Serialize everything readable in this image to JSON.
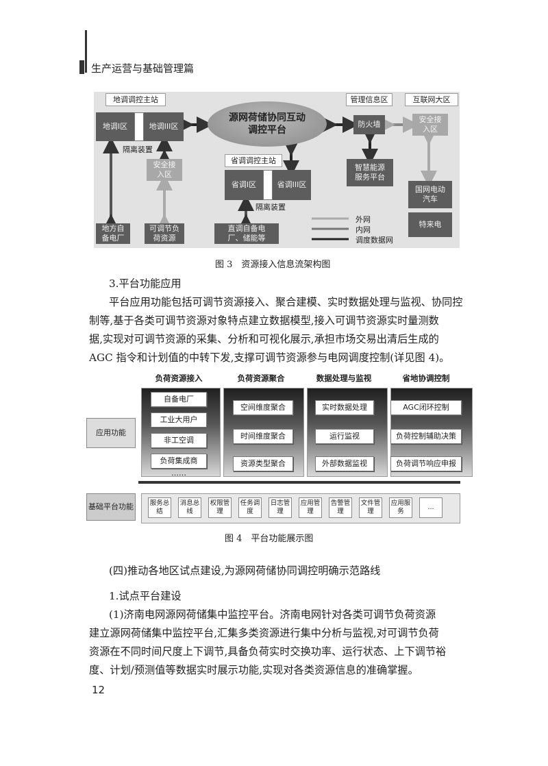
{
  "header": {
    "section_title": "生产运营与基础管理篇"
  },
  "figure3": {
    "labels": {
      "district_station": "地调调控主站",
      "mgmt_zone": "管理信息区",
      "internet_zone": "互联网大区",
      "district_zone1": "地调Ⅰ区",
      "district_zone3": "地调III区",
      "isolation1": "隔离装置",
      "central_platform": "源网荷储协同互动调控平台",
      "firewall": "防火墙",
      "secure_access_top": "安全接入区",
      "secure_access_mid": "安全接入区",
      "province_station": "省调调控主站",
      "province_zone1": "省调Ⅰ区",
      "province_zone3": "省调III区",
      "isolation2": "隔离装置",
      "smart_energy": "智慧能源服务平台",
      "ev": "国网电动汽车",
      "local_plant": "地方自备电厂",
      "adjustable_load": "可调节负荷资源",
      "direct_plant": "直调自备电厂、储能等",
      "telaidian": "特来电"
    },
    "legend": [
      "外网",
      "内网",
      "调度数据网"
    ],
    "caption": "图 3　资源接入信息流架构图"
  },
  "body1": {
    "heading": "3.平台功能应用",
    "paragraph": [
      "平台应用功能包括可调节资源接入、聚合建模、实时数据处理与监视、协同控",
      "制等,基于各类可调节资源对象特点建立数据模型,接入可调节资源实时量测数",
      "据,实现对可调节资源的采集、分析和可视化展示,承担市场交易出清后生成的",
      "AGC 指令和计划值的中转下发,支撑可调节资源参与电网调度控制(详见图 4)。"
    ]
  },
  "figure4": {
    "columns": [
      {
        "title": "负荷资源接入",
        "items": [
          "自备电厂",
          "工业大用户",
          "非工空调",
          "负荷集成商"
        ],
        "more": "……"
      },
      {
        "title": "负荷资源聚合",
        "items": [
          "空间维度聚合",
          "时间维度聚合",
          "资源类型聚合"
        ]
      },
      {
        "title": "数据处理与监视",
        "items": [
          "实时数据处理",
          "运行监视",
          "外部数据监视"
        ]
      },
      {
        "title": "省地协调控制",
        "items": [
          "AGC闭环控制",
          "负荷控制辅助决策",
          "负荷调节响应申报"
        ]
      }
    ],
    "app_label": "应用功能",
    "base_label": "基础平台功能",
    "base_items": [
      "服务总结",
      "消息总线",
      "权限管理",
      "任务调度",
      "日志管理",
      "应用管理",
      "告警管理",
      "文件管理",
      "应用服务",
      "..."
    ],
    "caption": "图 4　平台功能展示图"
  },
  "body2": {
    "section_heading": "(四)推动各地区试点建设,为源网荷储协同调控明确示范路线",
    "sub_heading": "1.试点平台建设",
    "paragraph": [
      "(1)济南电网源网荷储集中监控平台。济南电网针对各类可调节负荷资源",
      "建立源网荷储集中监控平台,汇集多类资源进行集中分析与监视,对可调节负荷",
      "资源在不同时间尺度上下调节,具备负荷实时交换功率、运行状态、上下调节裕",
      "度、计划/预测值等数据实时展示功能,实现对各类资源信息的准确掌握。"
    ]
  },
  "footer": {
    "page_number": "12"
  }
}
